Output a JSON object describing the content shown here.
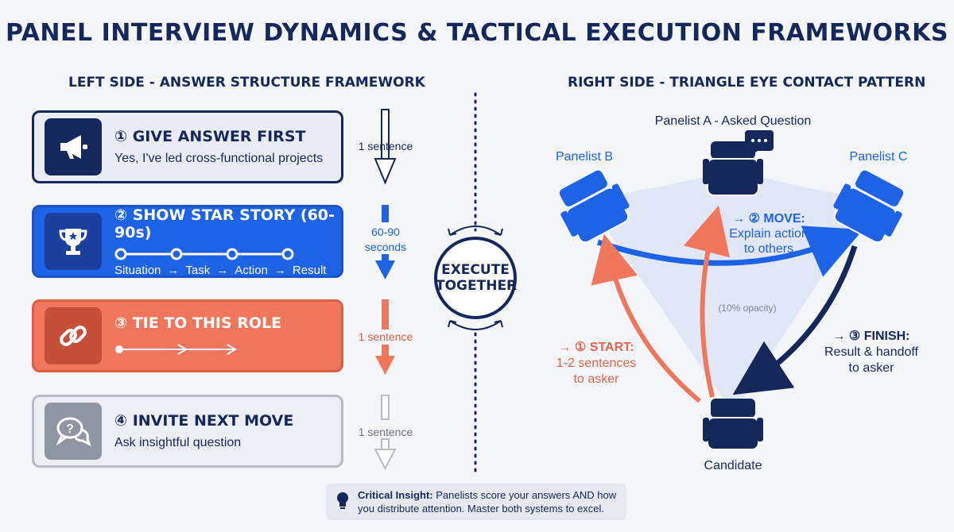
{
  "title": "PANEL INTERVIEW DYNAMICS & TACTICAL EXECUTION FRAMEWORKS",
  "left": {
    "section_title": "LEFT SIDE - ANSWER STRUCTURE FRAMEWORK",
    "cards": [
      {
        "head": "① GIVE ANSWER FIRST",
        "sub": "Yes, I've led cross-functional projects",
        "icon": "megaphone-icon",
        "duration": "1 sentence"
      },
      {
        "head": "② SHOW STAR STORY (60-90s)",
        "steps": [
          "Situation",
          "→",
          "Task",
          "→",
          "Action",
          "→",
          "Result"
        ],
        "icon": "trophy-icon",
        "duration_line1": "60-90",
        "duration_line2": "seconds"
      },
      {
        "head": "③ TIE TO THIS ROLE",
        "icon": "link-icon",
        "duration": "1 sentence"
      },
      {
        "head": "④ INVITE NEXT MOVE",
        "sub": "Ask insightful question",
        "icon": "chat-question-icon",
        "duration": "1 sentence"
      }
    ]
  },
  "center": {
    "line1": "EXECUTE",
    "line2": "TOGETHER"
  },
  "right": {
    "section_title": "RIGHT SIDE - TRIANGLE EYE CONTACT PATTERN",
    "panelist_a": "Panelist A - Asked Question",
    "panelist_b": "Panelist B",
    "panelist_c": "Panelist C",
    "candidate": "Candidate",
    "opacity_note": "(10% opacity)",
    "start": {
      "head": "→ ① START:",
      "line1": "1-2 sentences",
      "line2": "to asker"
    },
    "move": {
      "head": "→ ② MOVE:",
      "line1": "Explain action",
      "line2": "to others"
    },
    "finish": {
      "head": "→ ③ FINISH:",
      "line1": "Result & handoff",
      "line2": "to asker"
    }
  },
  "insight": {
    "label": "Critical Insight:",
    "text": " Panelists score your answers AND how",
    "text2": "you distribute attention. Master both systems to excel."
  },
  "colors": {
    "navy": "#16275c",
    "blue": "#1e62e6",
    "coral": "#f0765c",
    "gray": "#8f95a1"
  }
}
